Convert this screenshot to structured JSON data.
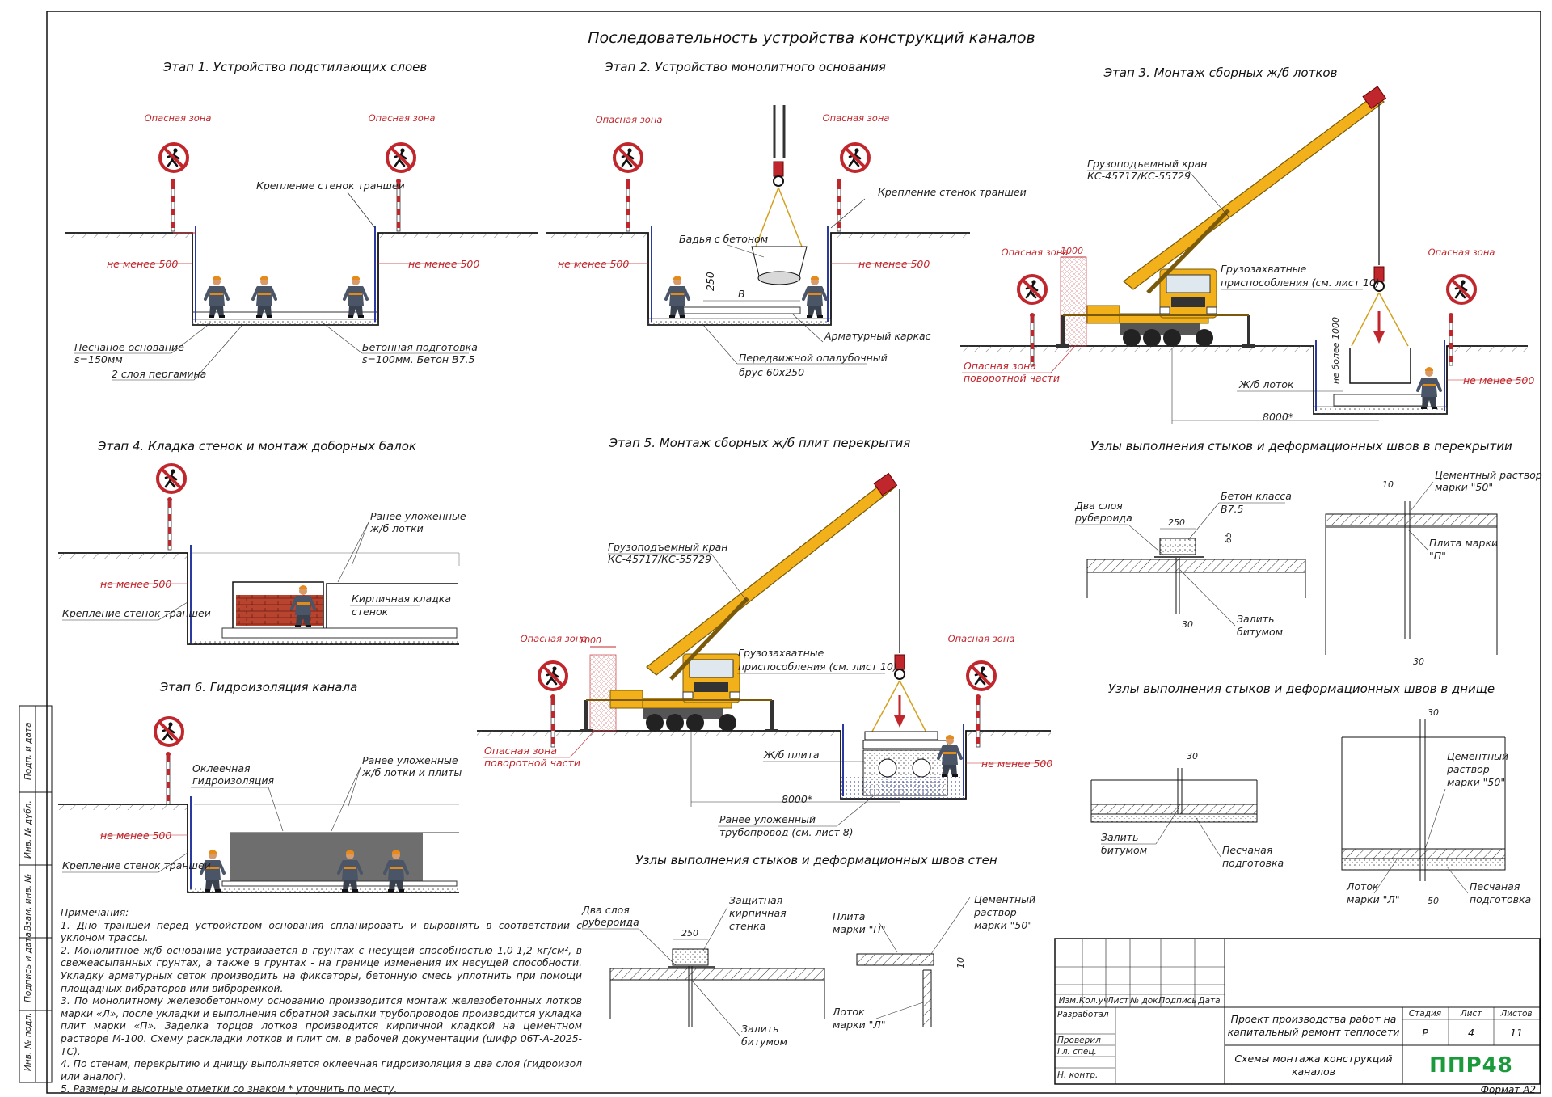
{
  "title": "Последовательность устройства конструкций каналов",
  "stages": {
    "s1": {
      "title": "Этап 1. Устройство подстилающих слоев",
      "danger": "Опасная зона",
      "min500": "не менее 500",
      "wall_support": "Крепление стенок траншеи",
      "sand": "Песчаное основание",
      "sand_s": "s=150мм",
      "concrete": "Бетонная подготовка",
      "concrete_s": "s=100мм. Бетон В7.5",
      "pergamin": "2 слоя пергамина"
    },
    "s2": {
      "title": "Этап 2. Устройство монолитного основания",
      "danger": "Опасная зона",
      "min500": "не менее 500",
      "wall_support": "Крепление стенок траншеи",
      "bucket": "Бадья с бетоном",
      "dim250": "250",
      "dimB": "В",
      "rebar": "Арматурный каркас",
      "formwork": "Передвижной опалубочный",
      "formwork2": "брус 60х250"
    },
    "s3": {
      "title": "Этап 3. Монтаж сборных ж/б лотков",
      "crane": "Грузоподъемный кран",
      "crane_model": "КС-45717/КС-55729",
      "danger": "Опасная зона",
      "dim1000": "1000",
      "swing": "Опасная зона",
      "swing2": "поворотной части",
      "rigging": "Грузозахватные",
      "rigging2": "приспособления (см. лист 10)",
      "max1000": "не более 1000",
      "tray": "Ж/б лоток",
      "dim8000": "8000*",
      "min500": "не менее 500"
    },
    "s4": {
      "title": "Этап 4. Кладка стенок и монтаж доборных балок",
      "laid": "Ранее уложенные",
      "laid2": "ж/б лотки",
      "brick": "Кирпичная кладка",
      "brick2": "стенок",
      "min500": "не менее 500",
      "wall_support": "Крепление стенок траншеи"
    },
    "s5": {
      "title": "Этап 5. Монтаж сборных ж/б плит перекрытия",
      "crane": "Грузоподъемный кран",
      "crane_model": "КС-45717/КС-55729",
      "danger": "Опасная зона",
      "dim1000": "1000",
      "rigging": "Грузозахватные",
      "rigging2": "приспособления (см. лист 10)",
      "swing": "Опасная зона",
      "swing2": "поворотной части",
      "slab": "Ж/б плита",
      "min500": "не менее 500",
      "dim8000": "8000*",
      "pipe": "Ранее уложенный",
      "pipe2": "трубопровод (см. лист 8)"
    },
    "s6": {
      "title": "Этап 6. Гидроизоляция канала",
      "wrap": "Оклеечная",
      "wrap2": "гидроизоляция",
      "laid": "Ранее уложенные",
      "laid2": "ж/б лотки и плиты",
      "min500": "не менее 500",
      "wall_support": "Крепление стенок траншеи"
    }
  },
  "nodes": {
    "roof": {
      "title": "Узлы выполнения стыков и деформационных швов в перекрытии",
      "two_layers": "Два слоя",
      "two_layers2": "рубероида",
      "dim250": "250",
      "concrete": "Бетон класса",
      "concrete2": "В7.5",
      "dim65": "65",
      "bitumen": "Залить",
      "bitumen2": "битумом",
      "dim30": "30",
      "dim10": "10",
      "mortar": "Цементный раствор",
      "mortar2": "марки \"50\"",
      "plate": "Плита марки",
      "plate2": "\"П\"",
      "dim30b": "30"
    },
    "bottom": {
      "title": "Узлы выполнения стыков и деформационных швов в днище",
      "dim30": "30",
      "bitumen": "Залить",
      "bitumen2": "битумом",
      "sand": "Песчаная",
      "sand2": "подготовка",
      "dim30b": "30",
      "mortar": "Цементный",
      "mortar2": "раствор",
      "mortar3": "марки \"50\"",
      "tray": "Лоток",
      "tray2": "марки \"Л\"",
      "dim50": "50",
      "sand_b": "Песчаная",
      "sand_b2": "подготовка"
    },
    "walls": {
      "title": "Узлы выполнения стыков и деформационных швов стен",
      "two_layers": "Два слоя",
      "two_layers2": "рубероида",
      "protect": "Защитная",
      "protect2": "кирпичная",
      "protect3": "стенка",
      "dim250": "250",
      "bitumen": "Залить",
      "bitumen2": "битумом",
      "plate": "Плита",
      "plate2": "марки \"П\"",
      "mortar": "Цементный",
      "mortar2": "раствор",
      "mortar3": "марки \"50\"",
      "dim10": "10",
      "tray": "Лоток",
      "tray2": "марки \"Л\""
    }
  },
  "notes": {
    "head": "Примечания:",
    "n1": "1. Дно траншеи перед устройством основания спланировать и выровнять в соответствии с уклоном трассы.",
    "n2": "2. Монолитное ж/б основание устраивается в грунтах с несущей способностью 1,0-1,2 кг/см², в свежеасыпанных грунтах, а также в грунтах - на границе изменения их несущей способности. Укладку арматурных сеток производить на фиксаторы, бетонную смесь уплотнить при помощи площадных вибраторов или виброрейкой.",
    "n3": "3. По монолитному железобетонному основанию производится монтаж железобетонных лотков марки «Л», после укладки и выполнения обратной засыпки трубопроводов производится укладка плит марки «П». Заделка торцов лотков производится кирпичной кладкой на цементном растворе М-100. Схему раскладки лотков и плит см. в рабочей документации (шифр 06Т-А-2025-ТС).",
    "n4": "4. По стенам, перекрытию и днищу выполняется оклеечная гидроизоляция в два слоя (гидроизол или аналог).",
    "n5": "5. Размеры и высотные отметки со знаком * уточнить по месту."
  },
  "side_stamp": [
    "Инв. № подл.",
    "Подпись и дата",
    "Взам. инв. №",
    "Инв. № дубл.",
    "Подп. и дата"
  ],
  "title_block": {
    "cols": [
      "Изм.",
      "Кол.уч",
      "Лист",
      "№ док.",
      "Подпись",
      "Дата"
    ],
    "rows": [
      "Разработал",
      "Проверил",
      "Гл. спец.",
      "Н. контр."
    ],
    "project": "Проект производства работ на",
    "project2": "капитальный ремонт теплосети",
    "sheet_title": "Схемы монтажа конструкций",
    "sheet_title2": "каналов",
    "stage_h": "Стадия",
    "sheet_h": "Лист",
    "sheets_h": "Листов",
    "stage": "Р",
    "sheet": "4",
    "sheets": "11",
    "logo": "ППР48"
  },
  "format": "Формат А2",
  "colors": {
    "accent": "#c0272d",
    "crane": "#f2b11b",
    "logo": "#1a9a3a",
    "brick": "#b8442f",
    "hydro": "#6e6e6e"
  }
}
